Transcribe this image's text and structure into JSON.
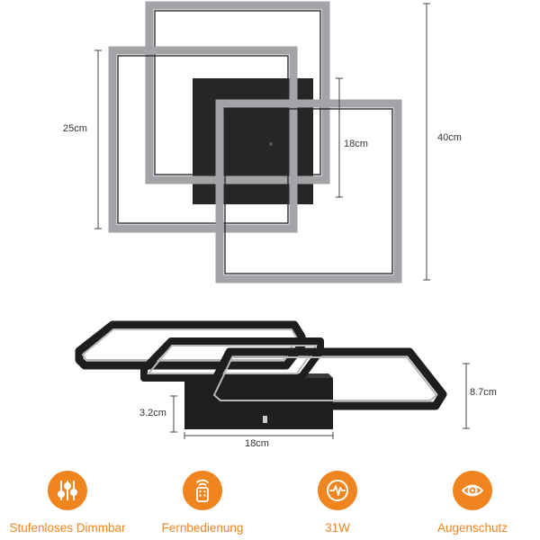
{
  "colors": {
    "accent": "#f0841f",
    "frame_gray": "#a4a4a8",
    "frame_dark": "#262626",
    "text": "#333333"
  },
  "dimensions": {
    "top_view_outer_height": "40cm",
    "top_view_square_height": "25cm",
    "top_view_base_height": "18cm",
    "side_view_height": "8.7cm",
    "side_view_base_height": "3.2cm",
    "side_view_base_width": "18cm"
  },
  "features": [
    {
      "icon": "sliders-icon",
      "label": "Stufenloses Dimmbar"
    },
    {
      "icon": "remote-control-icon",
      "label": "Fernbedienung"
    },
    {
      "icon": "power-wave-icon",
      "label": "31W"
    },
    {
      "icon": "eye-icon",
      "label": "Augenschutz"
    }
  ]
}
